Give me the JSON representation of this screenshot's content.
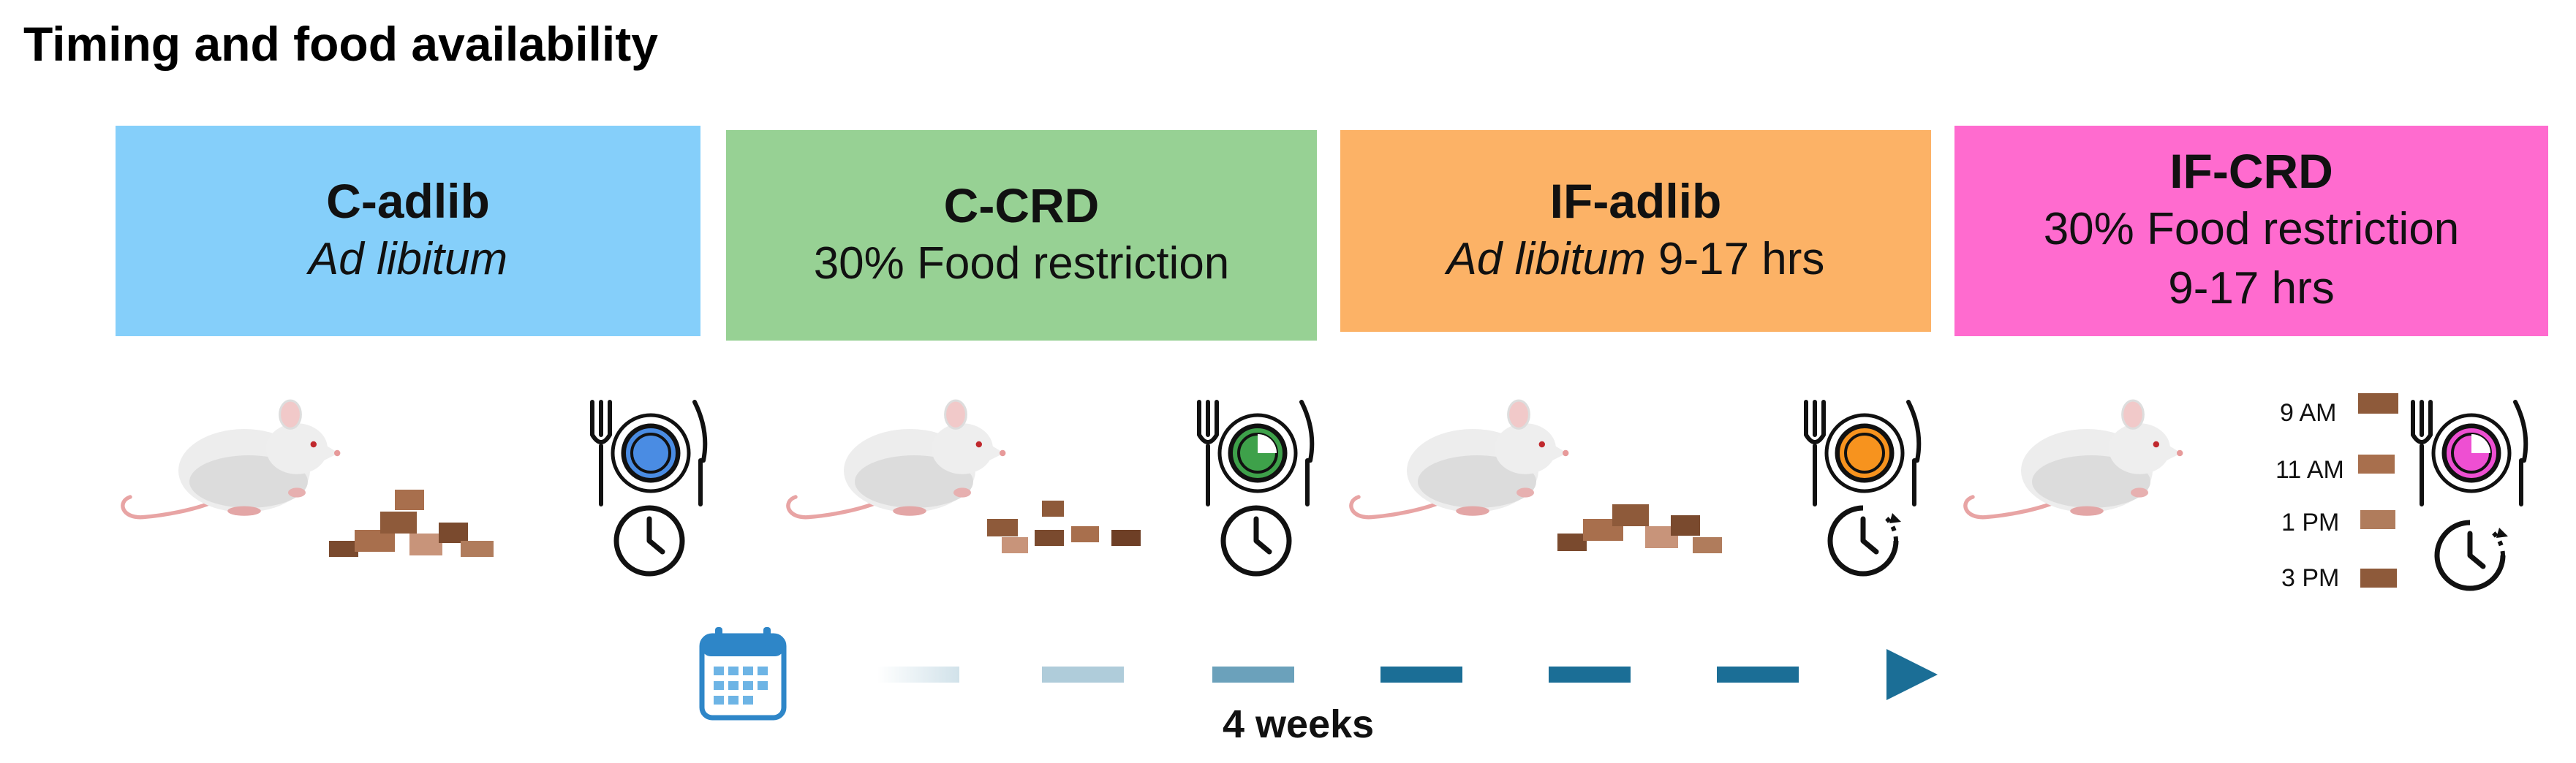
{
  "header": {
    "title": "Timing and food availability"
  },
  "groups": [
    {
      "name": "C-adlib",
      "desc_italic": "Ad libitum",
      "desc_plain": "",
      "desc2": "",
      "color": "#85CFFA",
      "plate": "#4A8CE3"
    },
    {
      "name": "C-CRD",
      "desc_italic": "",
      "desc_plain": "30% Food restriction",
      "desc2": "",
      "color": "#97D194",
      "plate": "#3EA14A"
    },
    {
      "name": "IF-adlib",
      "desc_italic": "Ad libitum",
      "desc_plain": " 9-17 hrs",
      "desc2": "",
      "color": "#FCB266",
      "plate": "#F7931E"
    },
    {
      "name": "IF-CRD",
      "desc_italic": "",
      "desc_plain": "30% Food restriction",
      "desc2": "9-17 hrs",
      "color": "#FF6BCF",
      "plate": "#EE4FD2"
    }
  ],
  "feeding_times": [
    "9 AM",
    "11 AM",
    "1 PM",
    "3 PM"
  ],
  "timeline": {
    "label": "4 weeks",
    "color": "#1B6E96"
  },
  "icons": {
    "rat": "rat-icon",
    "food": "food-pellets-icon",
    "plate": "plate-cutlery-icon",
    "clock": "clock-icon",
    "calendar": "calendar-icon"
  }
}
